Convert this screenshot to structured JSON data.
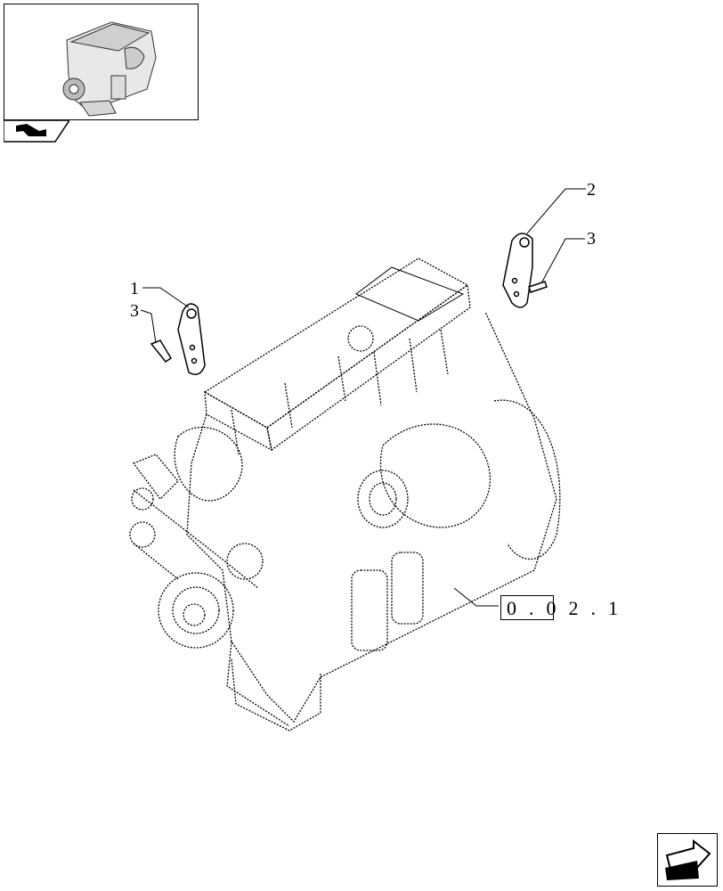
{
  "thumbnail": {
    "icon": "engine-thumbnail-icon",
    "tab_icon": "arrow-tab-icon"
  },
  "callouts": {
    "part_1": "1",
    "part_2": "2",
    "part_3_left": "3",
    "part_3_right": "3"
  },
  "reference": {
    "text": "0.02.1"
  },
  "navigation": {
    "icon": "next-page-arrow-icon"
  },
  "colors": {
    "line": "#000000",
    "background": "#ffffff"
  }
}
